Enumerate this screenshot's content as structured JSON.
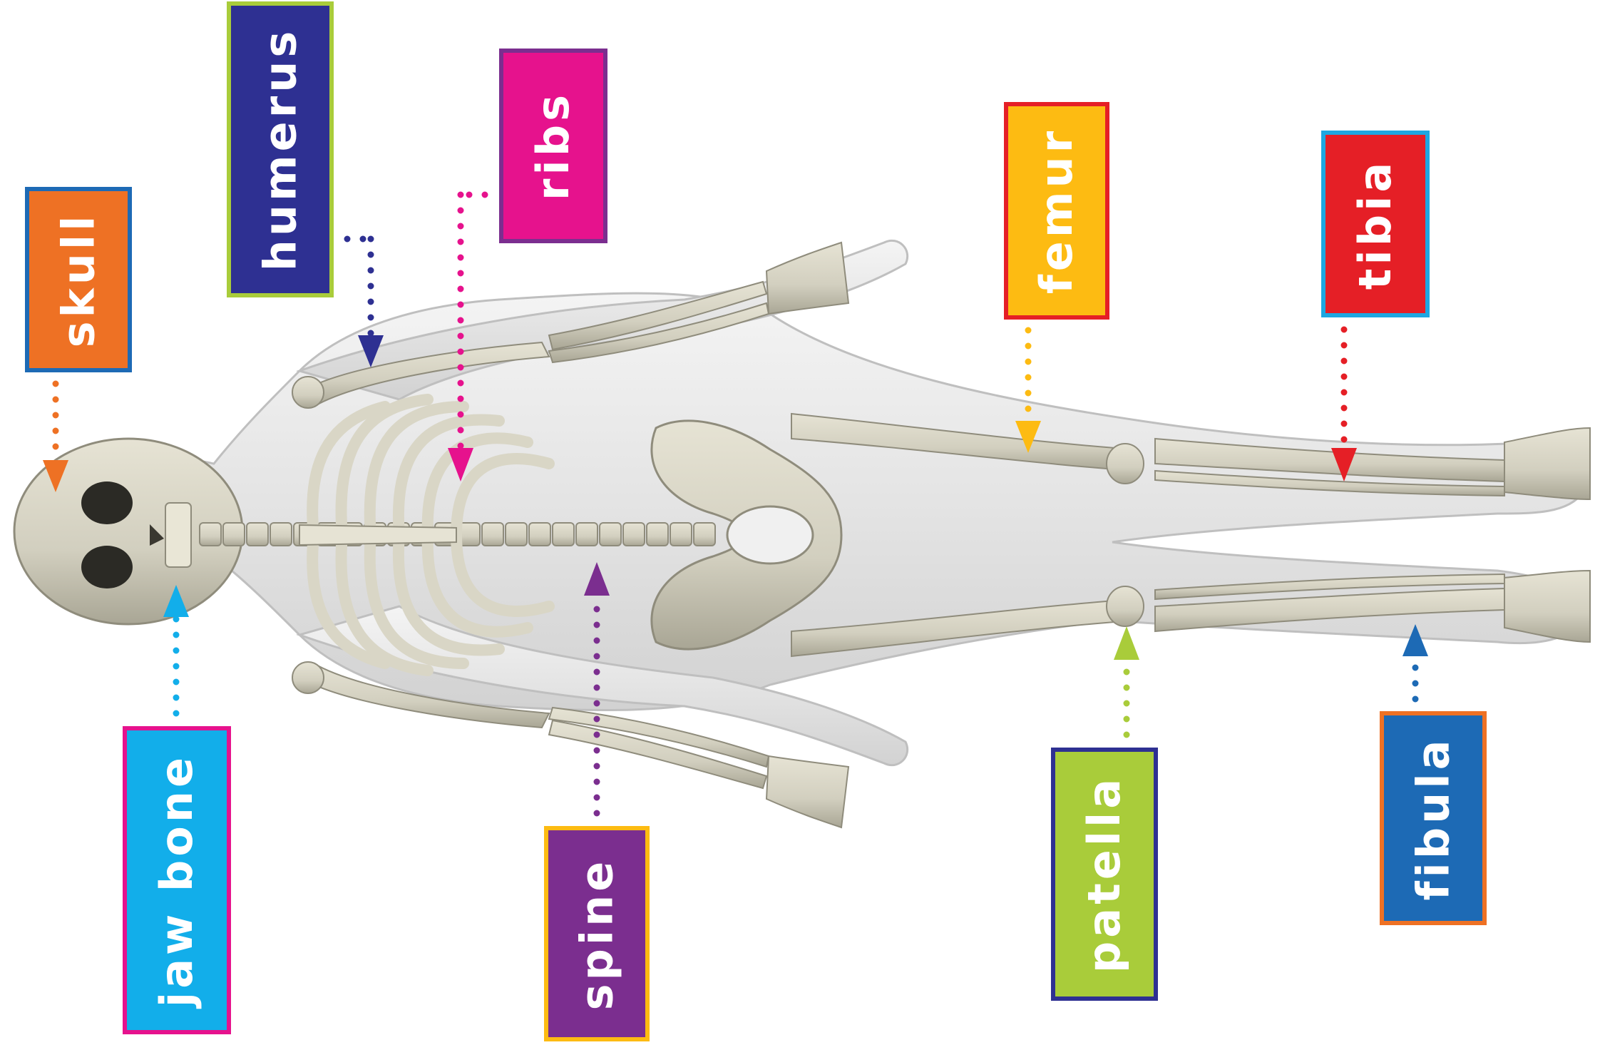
{
  "labels": {
    "skull": {
      "text": "skull",
      "fill": "#EE7124",
      "border": "#1D6AB5"
    },
    "humerus": {
      "text": "humerus",
      "fill": "#2E3092",
      "border": "#A9CC3A"
    },
    "ribs": {
      "text": "ribs",
      "fill": "#E6128D",
      "border": "#7B2E8F"
    },
    "femur": {
      "text": "femur",
      "fill": "#FDBB12",
      "border": "#E51F26"
    },
    "tibia": {
      "text": "tibia",
      "fill": "#E51F26",
      "border": "#1EA7E1"
    },
    "jawbone": {
      "text": "jaw bone",
      "fill": "#12AEEA",
      "border": "#E6128D"
    },
    "spine": {
      "text": "spine",
      "fill": "#7B2E8F",
      "border": "#FDBB12"
    },
    "patella": {
      "text": "patella",
      "fill": "#A9CC3A",
      "border": "#2E3092"
    },
    "fibula": {
      "text": "fibula",
      "fill": "#1D6AB5",
      "border": "#EE7124"
    }
  },
  "colors": {
    "body_silhouette": "#E8E8E8",
    "bone": "#D9D6C6",
    "bone_shadow": "#A9A695"
  }
}
